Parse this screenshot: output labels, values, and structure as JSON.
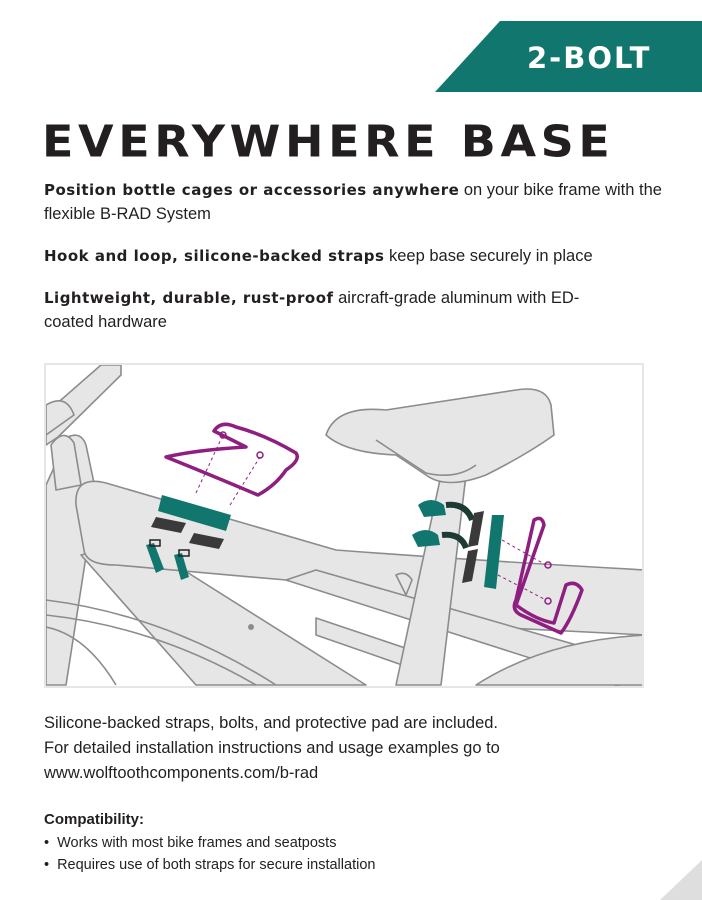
{
  "banner": {
    "label": "2-BOLT",
    "color": "#11776E"
  },
  "title": "EVERYWHERE BASE",
  "features": [
    {
      "bold": "Position bottle cages or accessories anywhere",
      "rest": " on your bike frame with the flexible B-RAD System"
    },
    {
      "bold": "Hook and loop, silicone-backed straps",
      "rest": " keep base securely in place"
    },
    {
      "bold": "Lightweight, durable, rust-proof",
      "rest": " aircraft-grade aluminum with ED-coated hardware"
    }
  ],
  "illustration": {
    "description": "Exploded view of bottle cages mounted with B-RAD base and straps on top tube and seat post",
    "colors": {
      "frame": "#E6E6E7",
      "outline": "#8C8C8E",
      "base": "#11776E",
      "cage": "#8E1F80",
      "pad": "#3A3A3A"
    }
  },
  "included_text": {
    "line1": "Silicone-backed straps, bolts, and protective pad are included.",
    "line2": "For detailed installation instructions and usage examples go to",
    "url": "www.wolftoothcomponents.com/b-rad"
  },
  "compatibility": {
    "title": "Compatibility:",
    "items": [
      "Works with most bike frames and seatposts",
      "Requires use of both straps for secure installation"
    ]
  }
}
